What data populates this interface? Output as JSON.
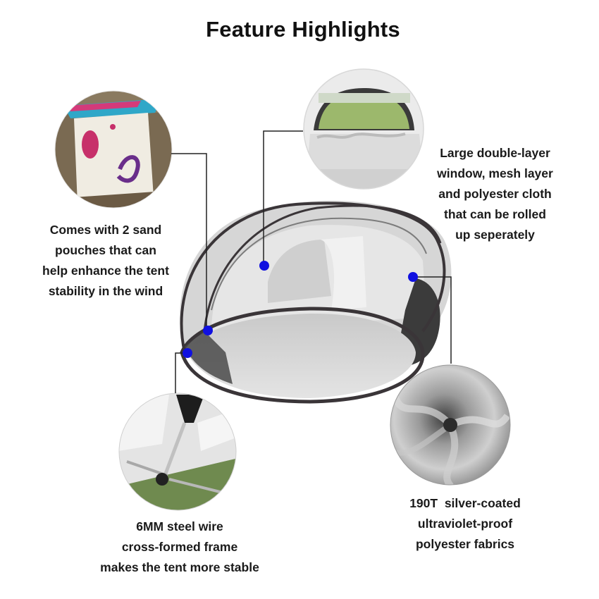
{
  "title": "Feature Highlights",
  "features": {
    "sand": {
      "lines": [
        "Comes with 2 sand",
        "pouches that can",
        "help enhance the tent",
        "stability in the wind"
      ]
    },
    "window": {
      "lines": [
        "Large double-layer",
        "window, mesh layer",
        "and polyester cloth",
        "that can be rolled",
        "up seperately"
      ]
    },
    "fabric": {
      "lines": [
        "190T  silver-coated",
        "ultraviolet-proof",
        "polyester fabrics"
      ]
    },
    "frame": {
      "lines": [
        "6MM steel wire",
        "cross-formed frame",
        "makes the tent more stable"
      ]
    }
  },
  "colors": {
    "marker": "#1010e0",
    "leader": "#222222",
    "tent_frame": "#3a3538"
  }
}
